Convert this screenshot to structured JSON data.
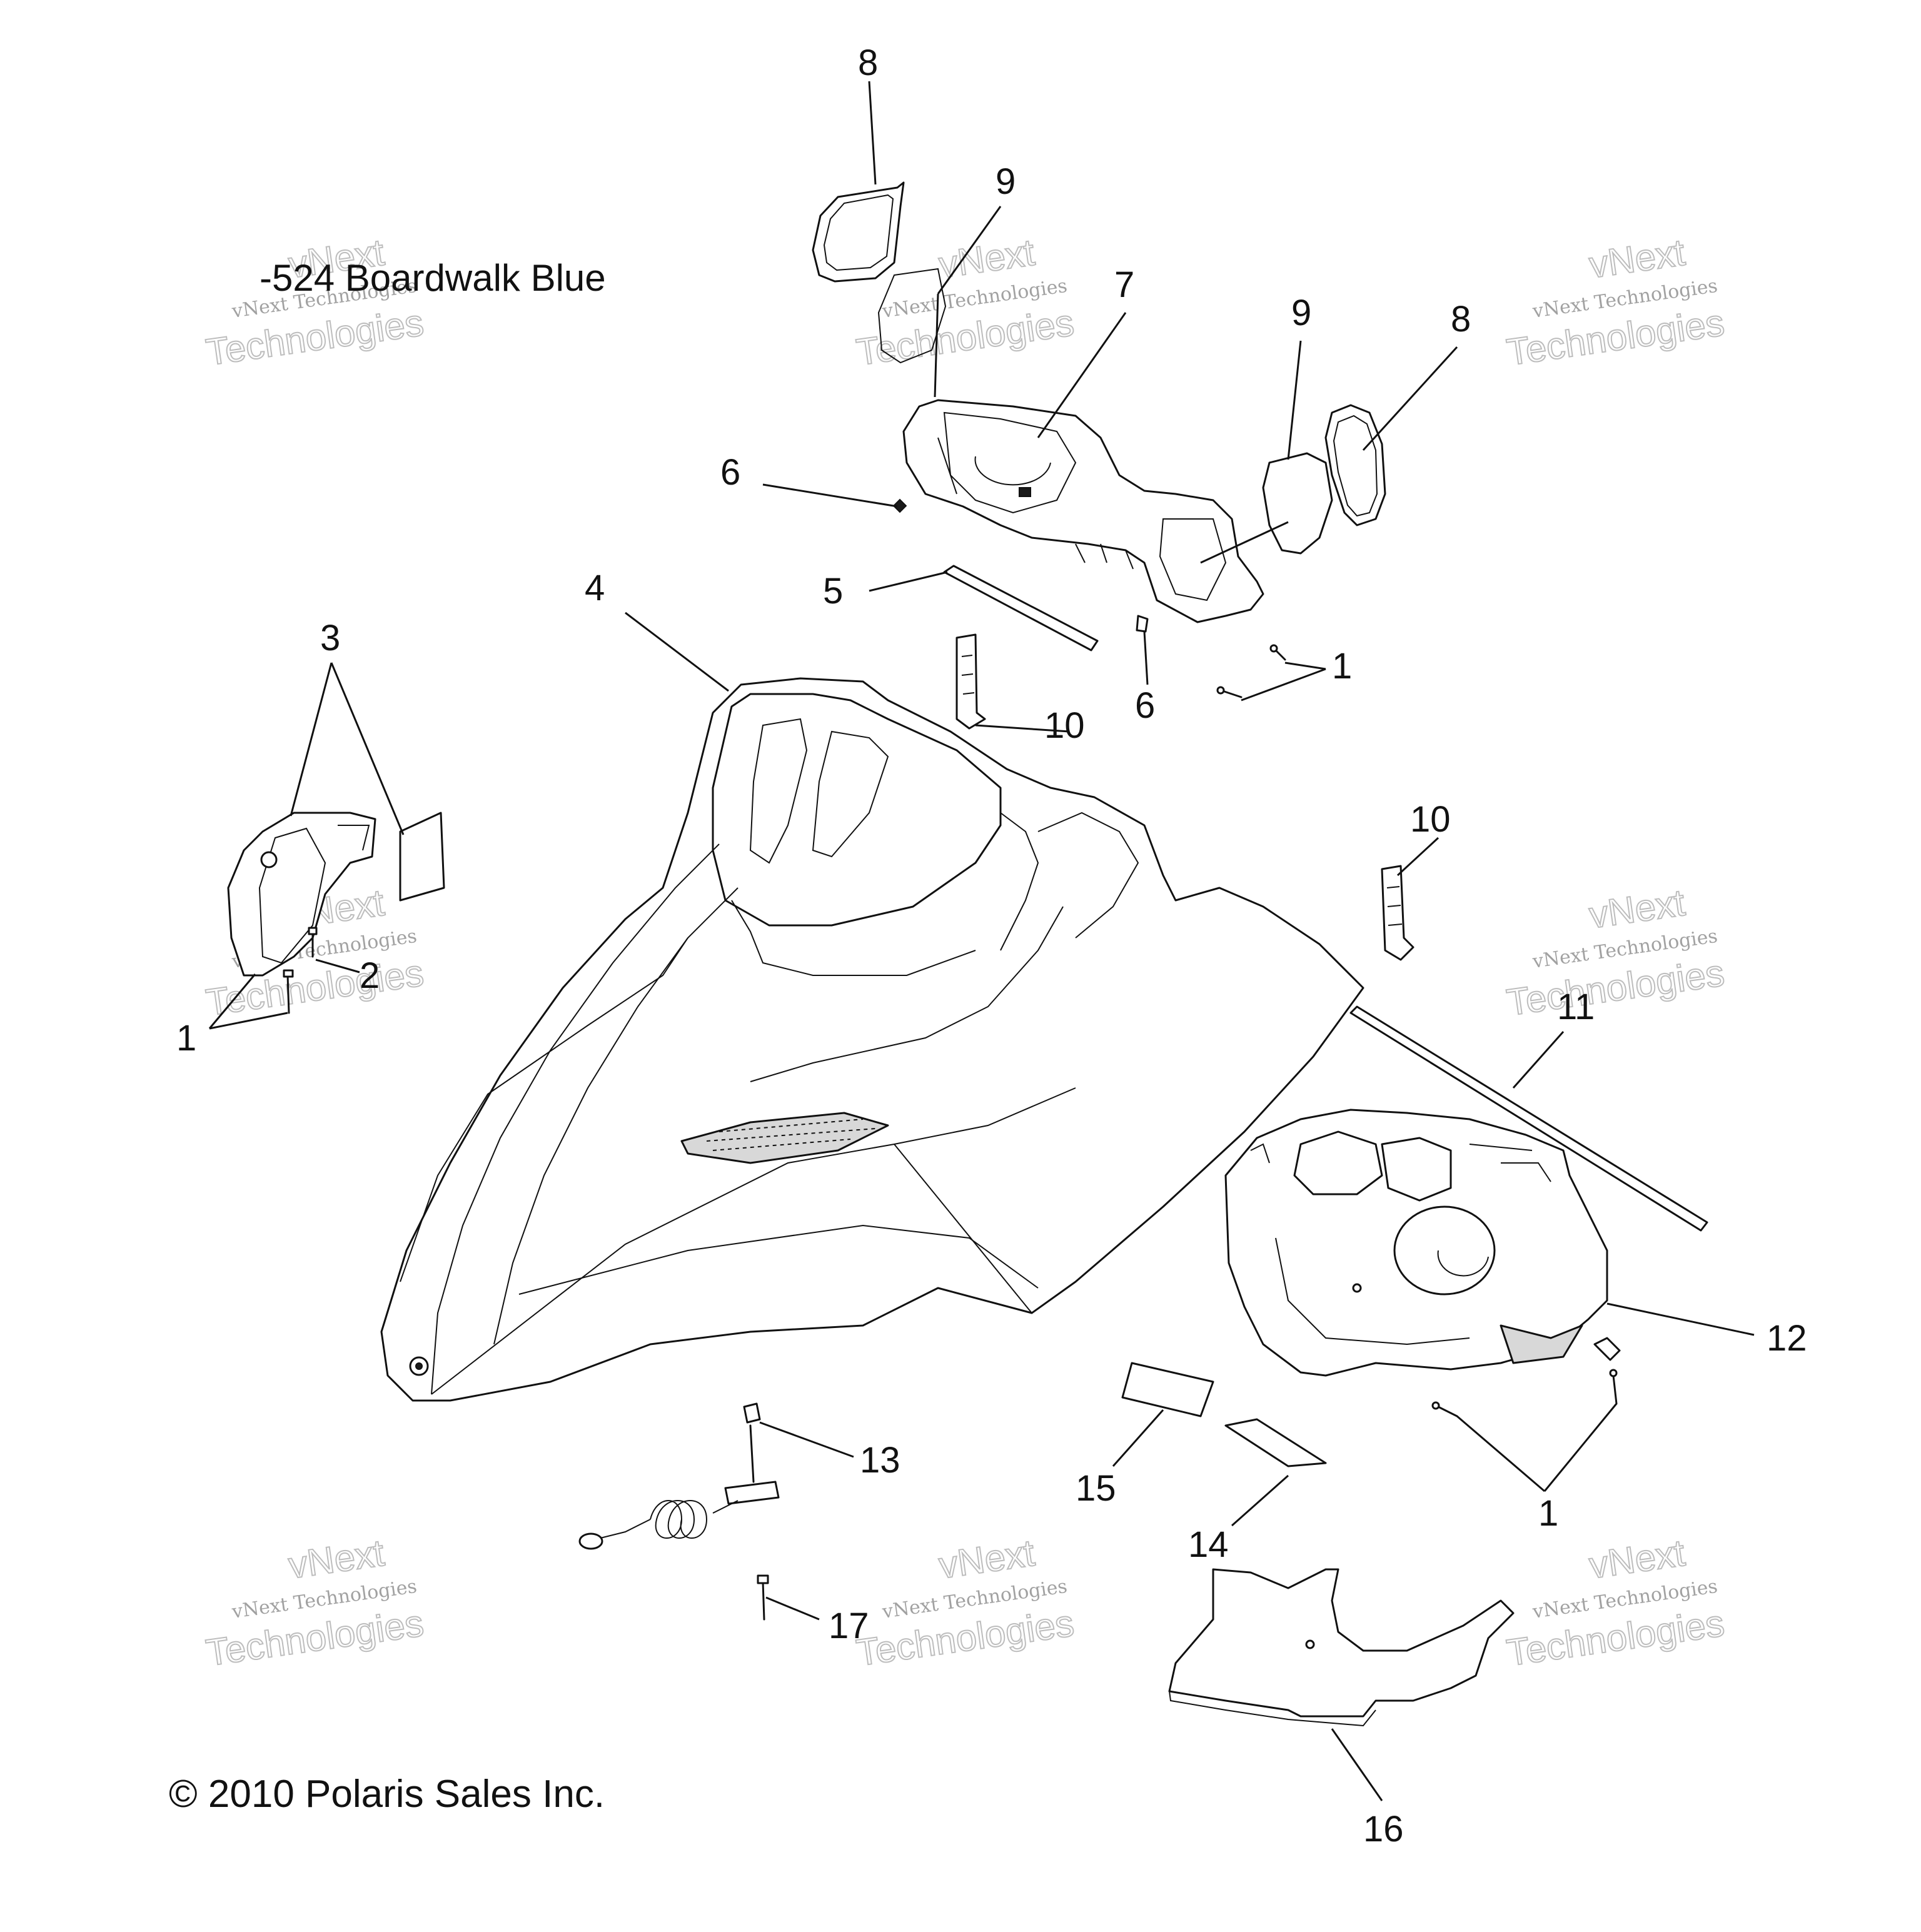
{
  "title": "-524  Boardwalk Blue",
  "copyright": "© 2010 Polaris Sales Inc.",
  "watermark": {
    "line1": "vNext Technologies",
    "line2": "Technologies",
    "line3": "vNext"
  },
  "callouts": [
    {
      "id": "c-8-top",
      "label": "8"
    },
    {
      "id": "c-9-top",
      "label": "9"
    },
    {
      "id": "c-7",
      "label": "7"
    },
    {
      "id": "c-9-right",
      "label": "9"
    },
    {
      "id": "c-8-right",
      "label": "8"
    },
    {
      "id": "c-6-top",
      "label": "6"
    },
    {
      "id": "c-5",
      "label": "5"
    },
    {
      "id": "c-4",
      "label": "4"
    },
    {
      "id": "c-3",
      "label": "3"
    },
    {
      "id": "c-10-left",
      "label": "10"
    },
    {
      "id": "c-6-bottom",
      "label": "6"
    },
    {
      "id": "c-1-top",
      "label": "1"
    },
    {
      "id": "c-10-right",
      "label": "10"
    },
    {
      "id": "c-2",
      "label": "2"
    },
    {
      "id": "c-1-left",
      "label": "1"
    },
    {
      "id": "c-11",
      "label": "11"
    },
    {
      "id": "c-12",
      "label": "12"
    },
    {
      "id": "c-13",
      "label": "13"
    },
    {
      "id": "c-15",
      "label": "15"
    },
    {
      "id": "c-14",
      "label": "14"
    },
    {
      "id": "c-1-bottom",
      "label": "1"
    },
    {
      "id": "c-17",
      "label": "17"
    },
    {
      "id": "c-16",
      "label": "16"
    }
  ]
}
